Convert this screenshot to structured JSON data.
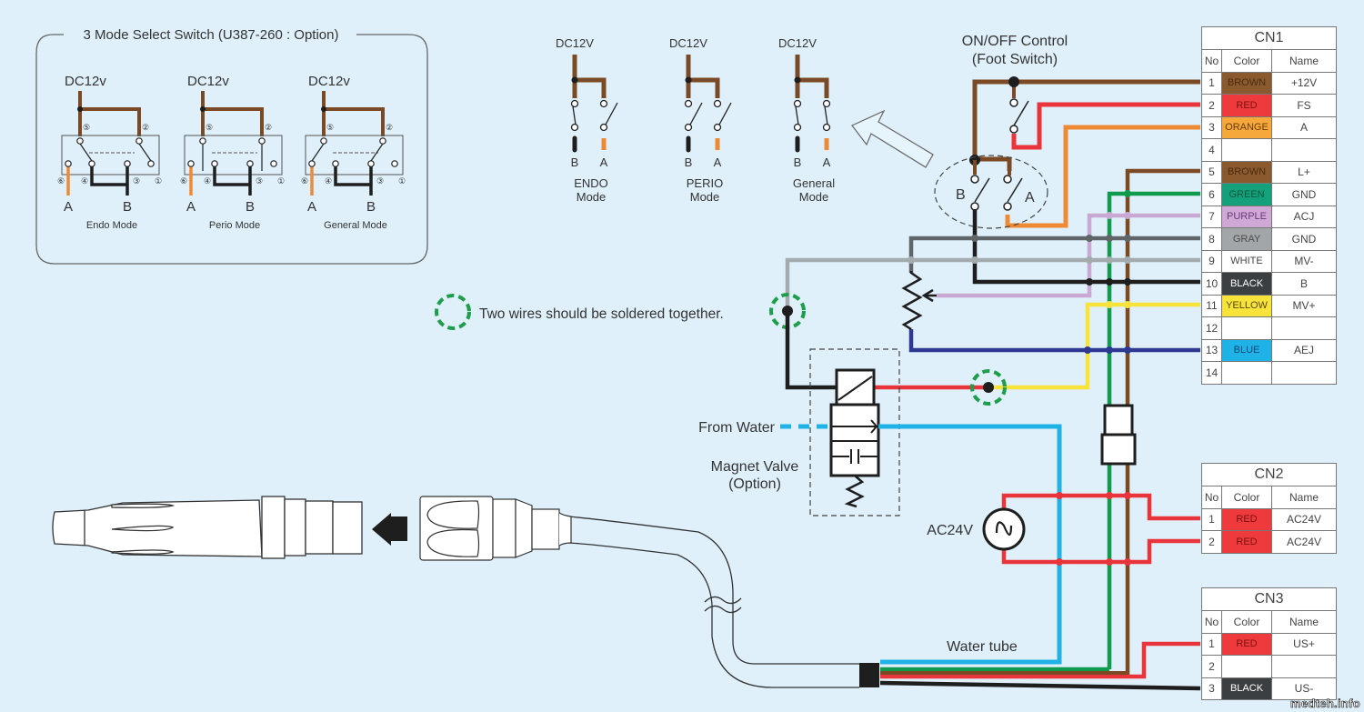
{
  "mode_switch_box": {
    "title": "3 Mode Select Switch  (U387-260 : Option)",
    "panels": [
      {
        "supply": "DC12v",
        "mode": "Endo Mode",
        "out_a": "A",
        "out_b": "B"
      },
      {
        "supply": "DC12v",
        "mode": "Perio Mode",
        "out_a": "A",
        "out_b": "B"
      },
      {
        "supply": "DC12v",
        "mode": "General Mode",
        "out_a": "A",
        "out_b": "B"
      }
    ],
    "pin_labels": [
      "⑤",
      "②",
      "⑥",
      "④",
      "③",
      "①"
    ]
  },
  "simplified_modes": [
    {
      "supply": "DC12V",
      "mode_line1": "ENDO",
      "mode_line2": "Mode",
      "out_b": "B",
      "out_a": "A"
    },
    {
      "supply": "DC12V",
      "mode_line1": "PERIO",
      "mode_line2": "Mode",
      "out_b": "B",
      "out_a": "A"
    },
    {
      "supply": "DC12V",
      "mode_line1": "General",
      "mode_line2": "Mode",
      "out_b": "B",
      "out_a": "A"
    }
  ],
  "foot_switch": {
    "title_line1": "ON/OFF Control",
    "title_line2": "(Foot Switch)",
    "label_b": "B",
    "label_a": "A"
  },
  "legend": {
    "solder_note": "Two wires should be soldered together."
  },
  "magnet_valve": {
    "from_water": "From Water",
    "label_line1": "Magnet Valve",
    "label_line2": "(Option)"
  },
  "power": {
    "ac_label": "AC24V"
  },
  "water_tube": {
    "label": "Water tube"
  },
  "colors": {
    "brown": "#7b4a24",
    "red": "#e8343a",
    "orange": "#ef8a34",
    "green": "#0f9a4e",
    "purple": "#c9a8d4",
    "gray": "#5f6569",
    "white_wire": "#a3abae",
    "black": "#1e1e1e",
    "yellow": "#f7e339",
    "blue_dark": "#2e3a92",
    "blue_water": "#1fb2e6",
    "solder": "#1e9e4a",
    "background": "#dff0fa"
  },
  "connectors": {
    "cn1": {
      "title": "CN1",
      "headers": [
        "No",
        "Color",
        "Name"
      ],
      "rows": [
        {
          "no": "1",
          "color": "BROWN",
          "name": "+12V",
          "bg": "#8a5a2e",
          "fg": "#4a2c10"
        },
        {
          "no": "2",
          "color": "RED",
          "name": "FS",
          "bg": "#ee3a3c",
          "fg": "#7a1010"
        },
        {
          "no": "3",
          "color": "ORANGE",
          "name": "A",
          "bg": "#f6a93a",
          "fg": "#6a3a08"
        },
        {
          "no": "4",
          "color": "",
          "name": "",
          "bg": "#ffffff",
          "fg": "#444"
        },
        {
          "no": "5",
          "color": "BROWN",
          "name": "L+",
          "bg": "#8a5a2e",
          "fg": "#4a2c10"
        },
        {
          "no": "6",
          "color": "GREEN",
          "name": "GND",
          "bg": "#13a07a",
          "fg": "#0a5a40"
        },
        {
          "no": "7",
          "color": "PURPLE",
          "name": "ACJ",
          "bg": "#cfa8d6",
          "fg": "#6a3a7a"
        },
        {
          "no": "8",
          "color": "GRAY",
          "name": "GND",
          "bg": "#a3a6a8",
          "fg": "#4a4a4a"
        },
        {
          "no": "9",
          "color": "WHITE",
          "name": "MV-",
          "bg": "#ffffff",
          "fg": "#444"
        },
        {
          "no": "10",
          "color": "BLACK",
          "name": "B",
          "bg": "#3c3f42",
          "fg": "#ffffff"
        },
        {
          "no": "11",
          "color": "YELLOW",
          "name": "MV+",
          "bg": "#f7e339",
          "fg": "#5a4a00"
        },
        {
          "no": "12",
          "color": "",
          "name": "",
          "bg": "#ffffff",
          "fg": "#444"
        },
        {
          "no": "13",
          "color": "BLUE",
          "name": "AEJ",
          "bg": "#1fb2e6",
          "fg": "#0a4a78"
        },
        {
          "no": "14",
          "color": "",
          "name": "",
          "bg": "#ffffff",
          "fg": "#444"
        }
      ]
    },
    "cn2": {
      "title": "CN2",
      "headers": [
        "No",
        "Color",
        "Name"
      ],
      "rows": [
        {
          "no": "1",
          "color": "RED",
          "name": "AC24V",
          "bg": "#ee3a3c",
          "fg": "#7a1010"
        },
        {
          "no": "2",
          "color": "RED",
          "name": "AC24V",
          "bg": "#ee3a3c",
          "fg": "#7a1010"
        }
      ]
    },
    "cn3": {
      "title": "CN3",
      "headers": [
        "No",
        "Color",
        "Name"
      ],
      "rows": [
        {
          "no": "1",
          "color": "RED",
          "name": "US+",
          "bg": "#ee3a3c",
          "fg": "#7a1010"
        },
        {
          "no": "2",
          "color": "",
          "name": "",
          "bg": "#ffffff",
          "fg": "#444"
        },
        {
          "no": "3",
          "color": "BLACK",
          "name": "US-",
          "bg": "#3c3f42",
          "fg": "#ffffff"
        }
      ]
    }
  },
  "watermark": "medteh.info"
}
